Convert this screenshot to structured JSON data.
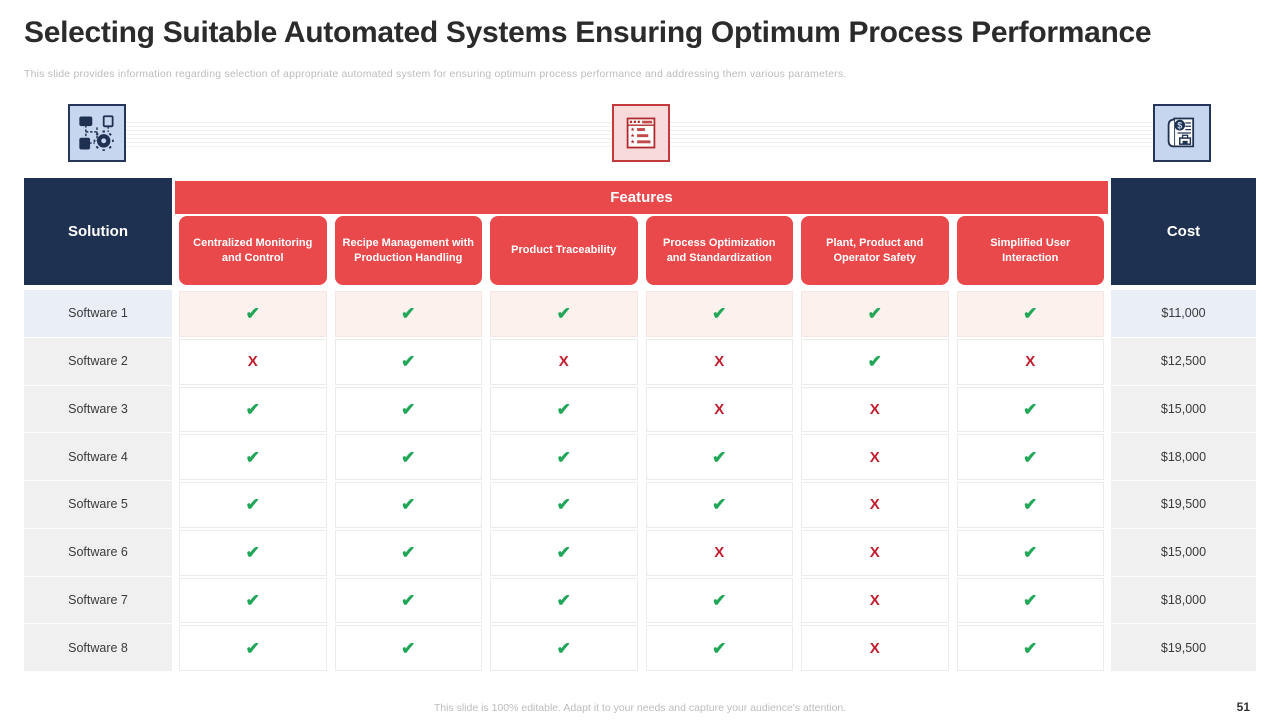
{
  "slide": {
    "title": "Selecting Suitable Automated Systems Ensuring Optimum Process Performance",
    "subtitle": "This slide provides information regarding selection of appropriate automated system for ensuring optimum  process performance and addressing them various parameters.",
    "footer": "This slide is 100% editable.  Adapt it to your needs and capture your audience's attention.",
    "page_number": "51"
  },
  "icons": [
    {
      "name": "process-flowchart-icon"
    },
    {
      "name": "ratings-list-icon"
    },
    {
      "name": "cost-report-icon"
    }
  ],
  "table": {
    "solution_header": "Solution",
    "features_header": "Features",
    "cost_header": "Cost",
    "feature_columns": [
      "Centralized Monitoring and Control",
      "Recipe Management with Production Handling",
      "Product Traceability",
      "Process Optimization and Standardization",
      "Plant, Product and Operator Safety",
      "Simplified User Interaction"
    ],
    "rows": [
      {
        "name": "Software 1",
        "marks": [
          "check",
          "check",
          "check",
          "check",
          "check",
          "check"
        ],
        "cost": "$11,000"
      },
      {
        "name": "Software 2",
        "marks": [
          "x",
          "check",
          "x",
          "x",
          "check",
          "x"
        ],
        "cost": "$12,500"
      },
      {
        "name": "Software 3",
        "marks": [
          "check",
          "check",
          "check",
          "x",
          "x",
          "check"
        ],
        "cost": "$15,000"
      },
      {
        "name": "Software 4",
        "marks": [
          "check",
          "check",
          "check",
          "check",
          "x",
          "check"
        ],
        "cost": "$18,000"
      },
      {
        "name": "Software 5",
        "marks": [
          "check",
          "check",
          "check",
          "check",
          "x",
          "check"
        ],
        "cost": "$19,500"
      },
      {
        "name": "Software 6",
        "marks": [
          "check",
          "check",
          "check",
          "x",
          "x",
          "check"
        ],
        "cost": "$15,000"
      },
      {
        "name": "Software 7",
        "marks": [
          "check",
          "check",
          "check",
          "check",
          "x",
          "check"
        ],
        "cost": "$18,000"
      },
      {
        "name": "Software 8",
        "marks": [
          "check",
          "check",
          "check",
          "check",
          "x",
          "check"
        ],
        "cost": "$19,500"
      }
    ]
  },
  "marks": {
    "check_glyph": "✔",
    "x_glyph": "X"
  },
  "colors": {
    "red": "#e9494b",
    "navy": "#1f3151",
    "green": "#21a757",
    "xred": "#c01e2e",
    "pink_row": "#fdf1ee",
    "blue_row": "#eaeef7",
    "gray_row": "#f0f0f0"
  }
}
